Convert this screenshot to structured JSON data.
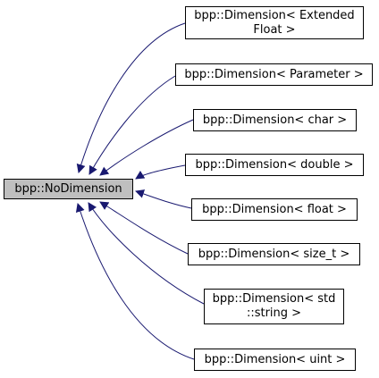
{
  "base_class": {
    "label": "bpp::NoDimension"
  },
  "derived_classes": [
    {
      "lines": [
        "bpp::Dimension< Extended",
        "Float >"
      ]
    },
    {
      "lines": [
        "bpp::Dimension< Parameter >"
      ]
    },
    {
      "lines": [
        "bpp::Dimension< char >"
      ]
    },
    {
      "lines": [
        "bpp::Dimension< double >"
      ]
    },
    {
      "lines": [
        "bpp::Dimension< float >"
      ]
    },
    {
      "lines": [
        "bpp::Dimension< size_t >"
      ]
    },
    {
      "lines": [
        "bpp::Dimension< std",
        "::string >"
      ]
    },
    {
      "lines": [
        "bpp::Dimension< uint >"
      ]
    }
  ],
  "colors": {
    "edge": "#191970",
    "base_fill": "#bfbfbf",
    "node_fill": "#ffffff"
  }
}
